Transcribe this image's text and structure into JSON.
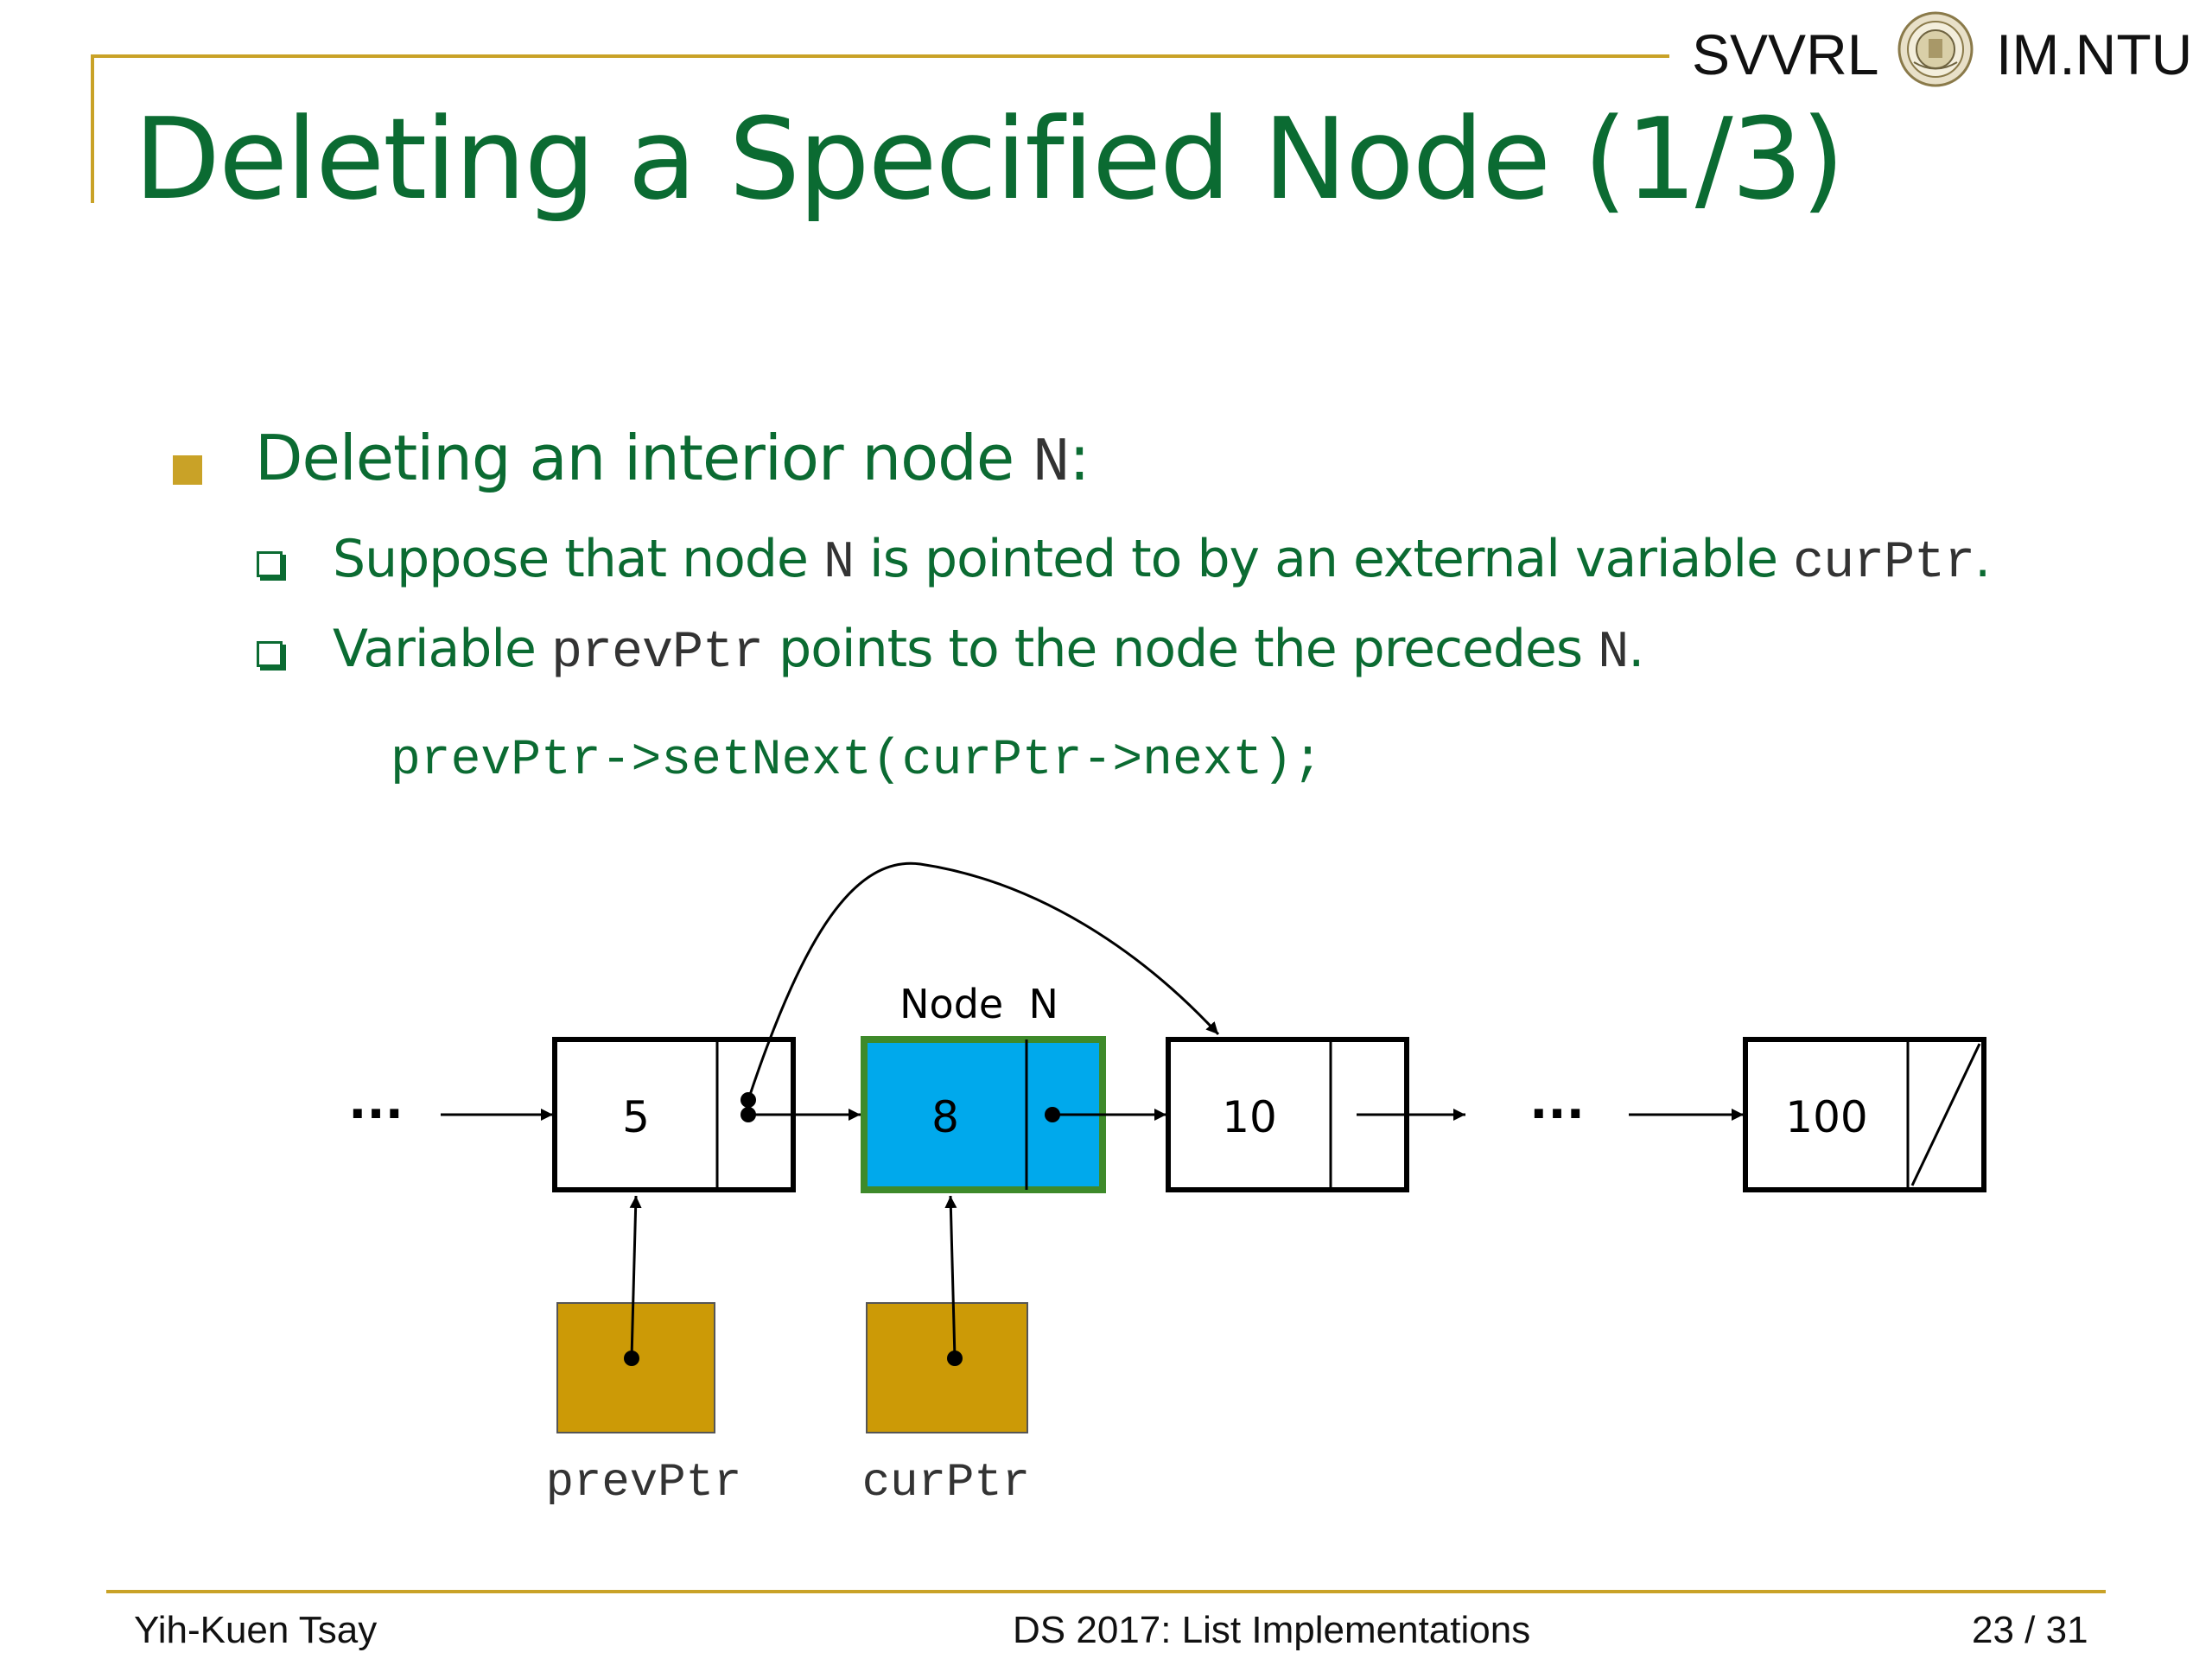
{
  "header": {
    "brand_left": "SVVRL",
    "brand_right": "IM.NTU",
    "logo_icon": "ntu-seal-icon"
  },
  "slide": {
    "title": "Deleting a Specified Node (1/3)"
  },
  "bullets": {
    "l1": {
      "text": "Deleting an interior node ",
      "code": "N",
      "suffix": ":"
    },
    "l2": [
      {
        "t1": "Suppose that node ",
        "c1": "N",
        "t2": " is pointed to by an external variable ",
        "c2": "curPtr",
        "t3": "."
      },
      {
        "t1": "Variable ",
        "c1": "prevPtr",
        "t2": " points to the node the precedes ",
        "c2": "N",
        "t3": "."
      }
    ]
  },
  "code_line": "prevPtr->setNext(curPtr->next);",
  "diagram": {
    "ellipsis": "···",
    "node_label": "Node  N",
    "nodes": [
      {
        "value": "5"
      },
      {
        "value": "8"
      },
      {
        "value": "10"
      },
      {
        "value": "100"
      }
    ],
    "pointers": [
      "prevPtr",
      "curPtr"
    ],
    "colors": {
      "highlight_fill": "#00a9ec",
      "highlight_border": "#3e8a2a",
      "pointer_fill": "#cc9a06"
    }
  },
  "footer": {
    "author": "Yih-Kuen Tsay",
    "course": "DS 2017: List Implementations",
    "page": "23 / 31"
  }
}
